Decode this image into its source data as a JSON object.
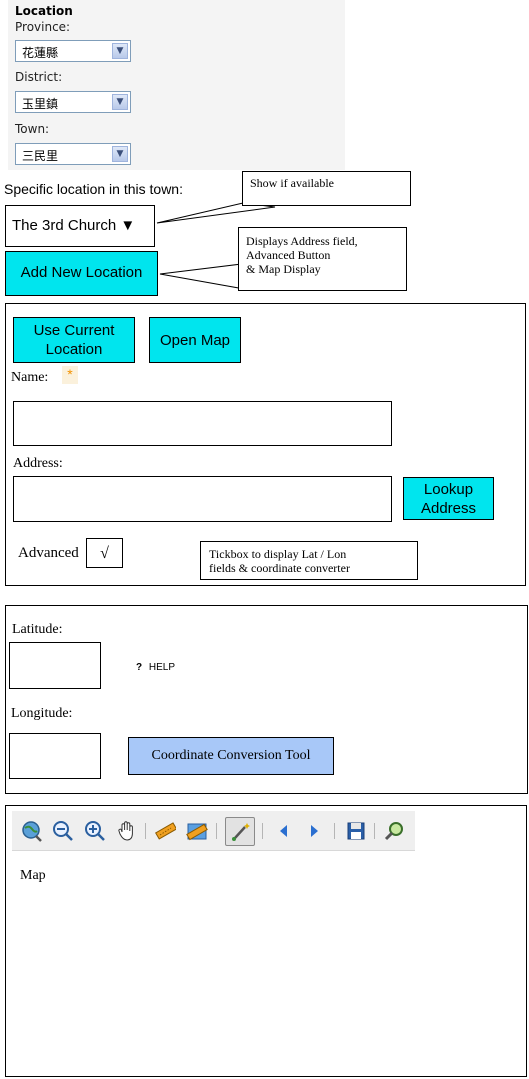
{
  "location_panel": {
    "title": "Location",
    "province_label": "Province:",
    "province_value": "花蓮縣",
    "district_label": "District:",
    "district_value": "玉里鎮",
    "town_label": "Town:",
    "town_value": "三民里"
  },
  "specific": {
    "label": "Specific location in this town:",
    "dropdown_value": "The 3rd Church ▼",
    "add_button": "Add New Location"
  },
  "callouts": {
    "show_if_available": "Show if available",
    "displays_fields": [
      "Displays Address field,",
      "Advanced Button",
      "& Map Display"
    ],
    "tickbox_note": [
      "Tickbox to display Lat / Lon",
      "fields & coordinate converter"
    ]
  },
  "address_form": {
    "use_current_button": "Use Current Location",
    "open_map_button": "Open Map",
    "name_label": "Name:",
    "required_mark": "*",
    "address_label": "Address:",
    "lookup_button": "Lookup Address",
    "advanced_label": "Advanced",
    "advanced_check": "√"
  },
  "coordinates": {
    "latitude_label": "Latitude:",
    "help_icon": "?",
    "help_label": "HELP",
    "longitude_label": "Longitude:",
    "converter_button": "Coordinate Conversion Tool"
  },
  "map": {
    "label": "Map",
    "toolbar_icons": [
      "globe-zoom-icon",
      "zoom-out-icon",
      "zoom-in-icon",
      "pan-hand-icon",
      "measure-length-icon",
      "measure-area-icon",
      "draw-point-icon",
      "back-icon",
      "forward-icon",
      "save-icon",
      "search-map-icon"
    ]
  },
  "colors": {
    "button_cyan": "#00e5ee",
    "converter_blue": "#a8c8f8",
    "panel_gray": "#f4f4f4"
  }
}
